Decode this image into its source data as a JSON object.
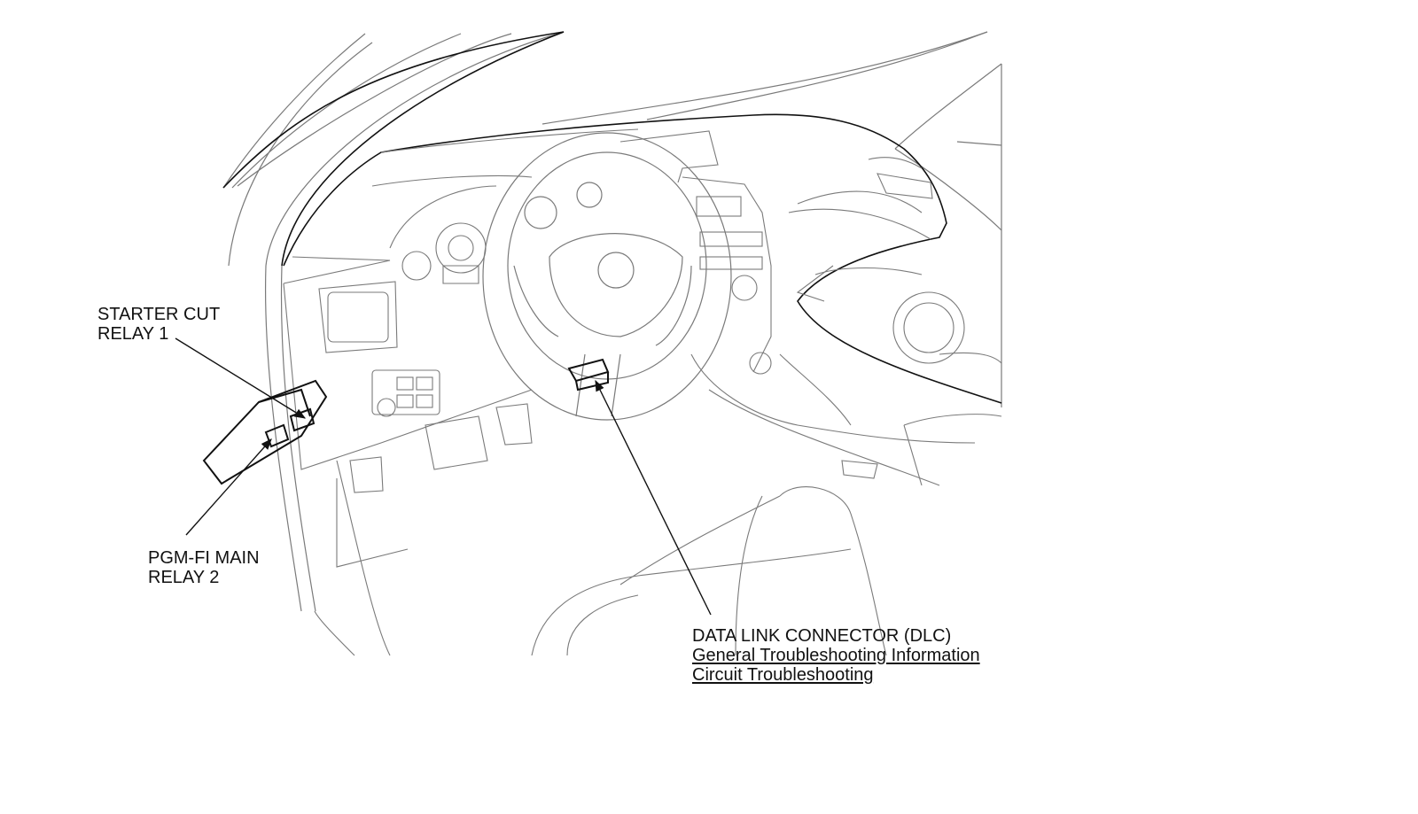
{
  "diagram": {
    "line_color": "#111111",
    "light_line_color": "#7a7a7a",
    "labels": {
      "starter_cut_relay": [
        "STARTER CUT",
        "RELAY 1"
      ],
      "pgm_fi_main_relay": [
        "PGM-FI MAIN",
        "RELAY 2"
      ],
      "dlc": "DATA LINK CONNECTOR (DLC)"
    },
    "links": {
      "general_troubleshooting": "General Troubleshooting Information",
      "circuit_troubleshooting": "Circuit Troubleshooting"
    }
  }
}
